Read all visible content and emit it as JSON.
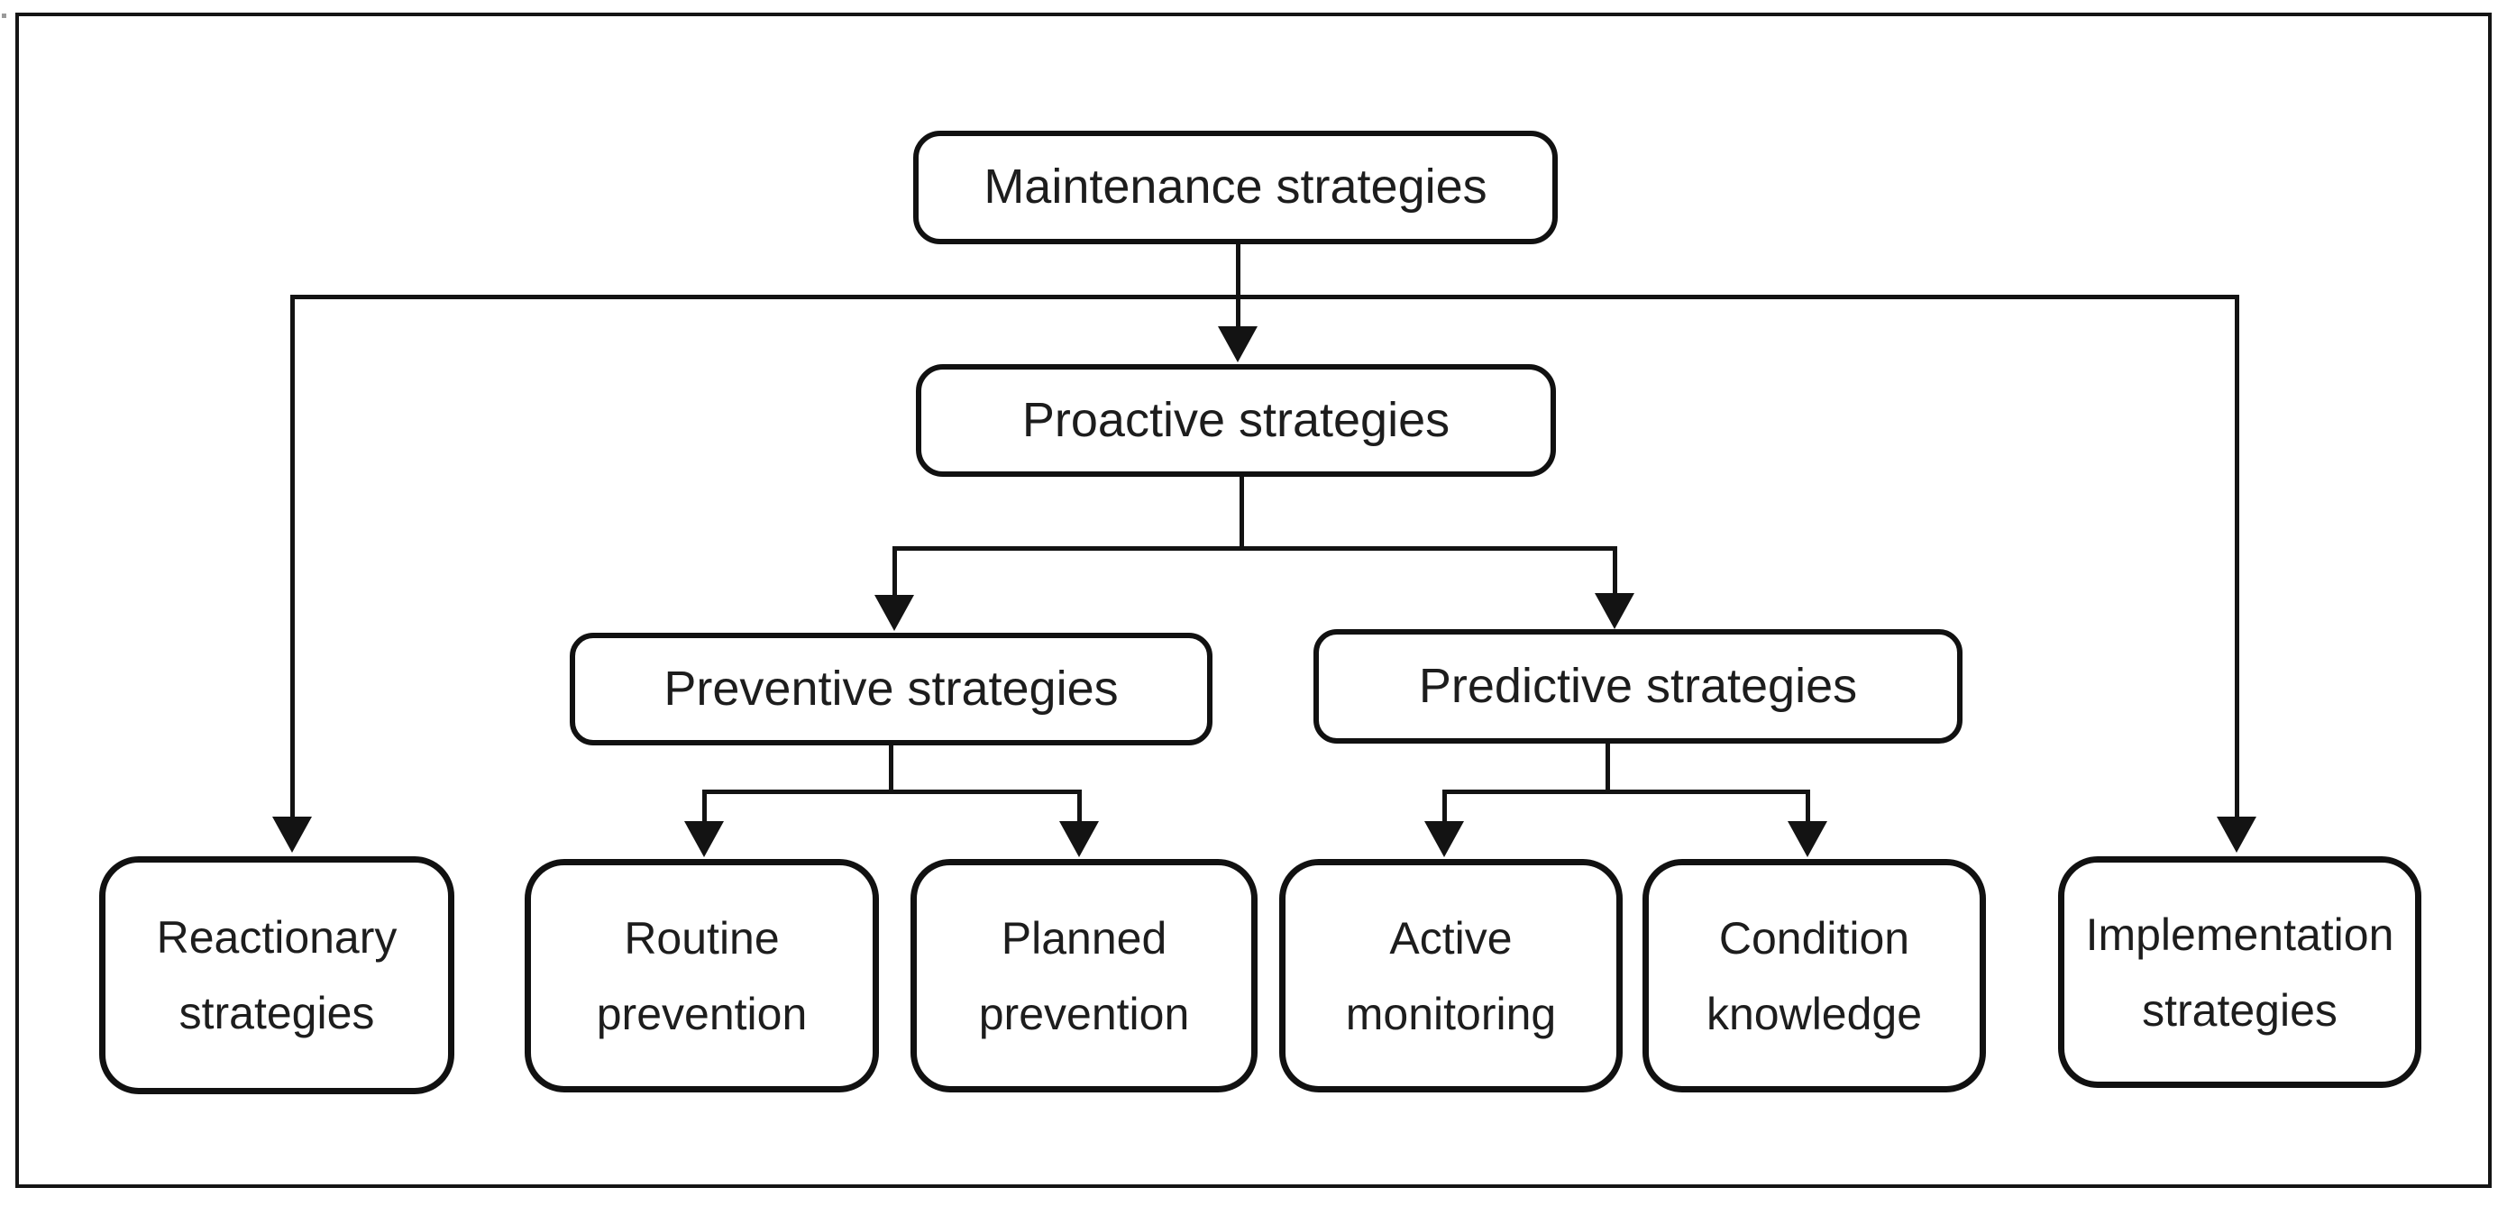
{
  "figure": {
    "type": "flowchart",
    "title": "Maintenance strategies hierarchy",
    "background_color": "#ffffff",
    "line_color": "#131313",
    "text_color": "#1d1d1d",
    "border_color": "#151515"
  },
  "nodes": {
    "maintenance": {
      "label": "Maintenance strategies"
    },
    "proactive": {
      "label": "Proactive strategies"
    },
    "preventive": {
      "label": "Preventive strategies"
    },
    "predictive": {
      "label": "Predictive strategies"
    },
    "reactionary": {
      "label": "Reactionary strategies"
    },
    "routine": {
      "label": "Routine prevention"
    },
    "planned": {
      "label": "Planned prevention"
    },
    "active": {
      "label": "Active monitoring"
    },
    "condition": {
      "label": "Condition knowledge"
    },
    "implementation": {
      "label": "Implementation strategies"
    }
  },
  "edges": [
    {
      "from": "Maintenance strategies",
      "to": "Proactive strategies"
    },
    {
      "from": "Maintenance strategies",
      "to": "Reactionary strategies"
    },
    {
      "from": "Maintenance strategies",
      "to": "Implementation strategies"
    },
    {
      "from": "Proactive strategies",
      "to": "Preventive strategies"
    },
    {
      "from": "Proactive strategies",
      "to": "Predictive strategies"
    },
    {
      "from": "Preventive strategies",
      "to": "Routine prevention"
    },
    {
      "from": "Preventive strategies",
      "to": "Planned prevention"
    },
    {
      "from": "Predictive strategies",
      "to": "Active monitoring"
    },
    {
      "from": "Predictive strategies",
      "to": "Condition knowledge"
    }
  ]
}
